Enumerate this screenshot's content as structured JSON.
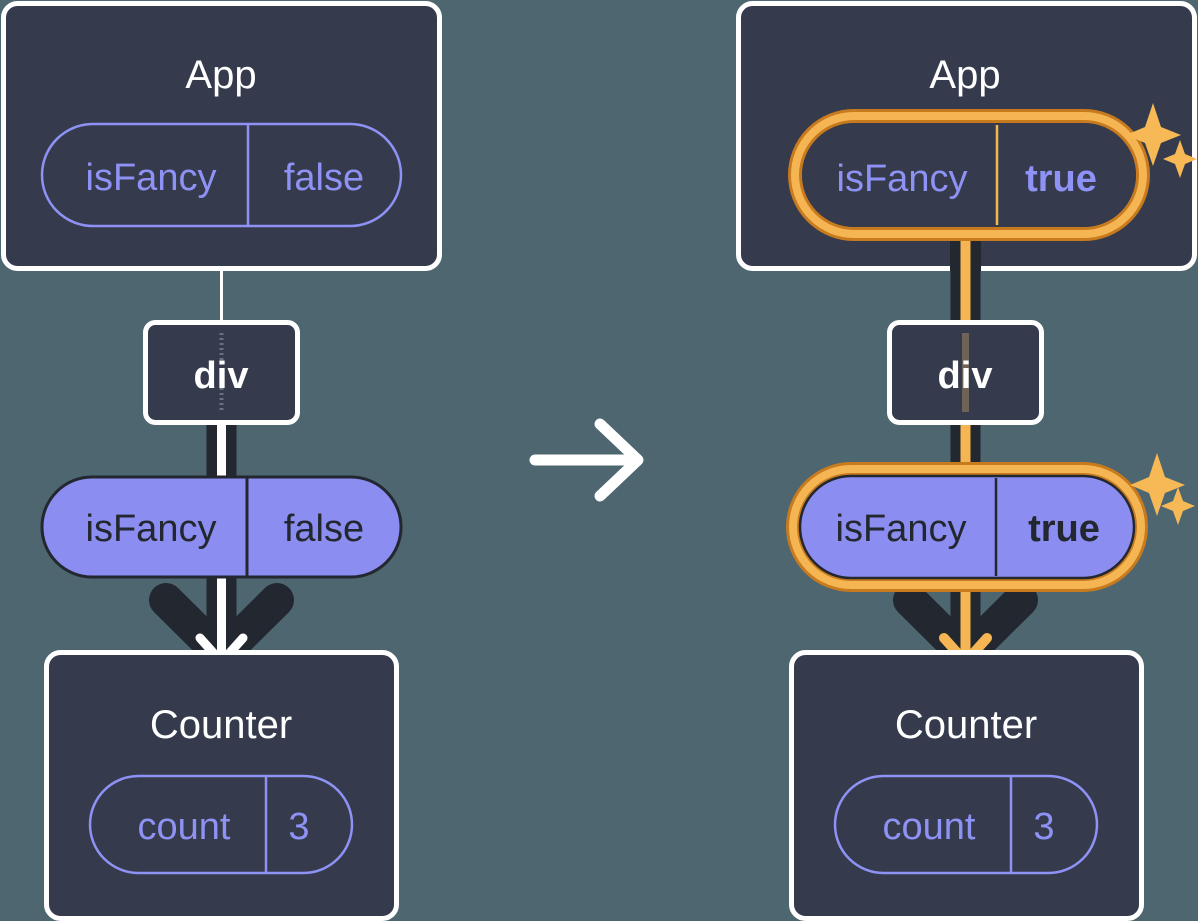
{
  "diagram": {
    "title": "React state update propagation diagram",
    "type": "component-tree-before-after",
    "arrow_between": "right-arrow",
    "colors": {
      "background": "#4d6670",
      "component_box_fill": "#353b4c",
      "component_box_border": "#ffffff",
      "state_pill_border": "#8f92f5",
      "state_pill_text": "#8f92f5",
      "props_pill_fill": "#8b8ef0",
      "props_pill_border": "#23272f",
      "props_pill_text": "#23272f",
      "highlight_outer": "#c77b1e",
      "highlight_inner": "#f5b553",
      "sparkle": "#f7b955",
      "line_white": "#ffffff",
      "line_dark": "#23272f",
      "text_white": "#ffffff"
    }
  },
  "panels": [
    {
      "id": "before",
      "name": "before-update",
      "highlighted": false,
      "app": {
        "title": "App",
        "state_pill": {
          "key": "isFancy",
          "value": "false",
          "bold_value": false,
          "highlighted": false
        }
      },
      "div": {
        "label": "div"
      },
      "props_pill": {
        "key": "isFancy",
        "value": "false",
        "bold_value": false,
        "highlighted": false
      },
      "counter": {
        "title": "Counter",
        "state_pill": {
          "key": "count",
          "value": "3",
          "bold_value": false,
          "highlighted": false
        }
      },
      "sparkles": false
    },
    {
      "id": "after",
      "name": "after-update",
      "highlighted": true,
      "app": {
        "title": "App",
        "state_pill": {
          "key": "isFancy",
          "value": "true",
          "bold_value": true,
          "highlighted": true
        }
      },
      "div": {
        "label": "div"
      },
      "props_pill": {
        "key": "isFancy",
        "value": "true",
        "bold_value": true,
        "highlighted": true
      },
      "counter": {
        "title": "Counter",
        "state_pill": {
          "key": "count",
          "value": "3",
          "bold_value": false,
          "highlighted": false
        }
      },
      "sparkles": true
    }
  ],
  "transition_arrow": {
    "label": "right-arrow",
    "direction": "right"
  }
}
